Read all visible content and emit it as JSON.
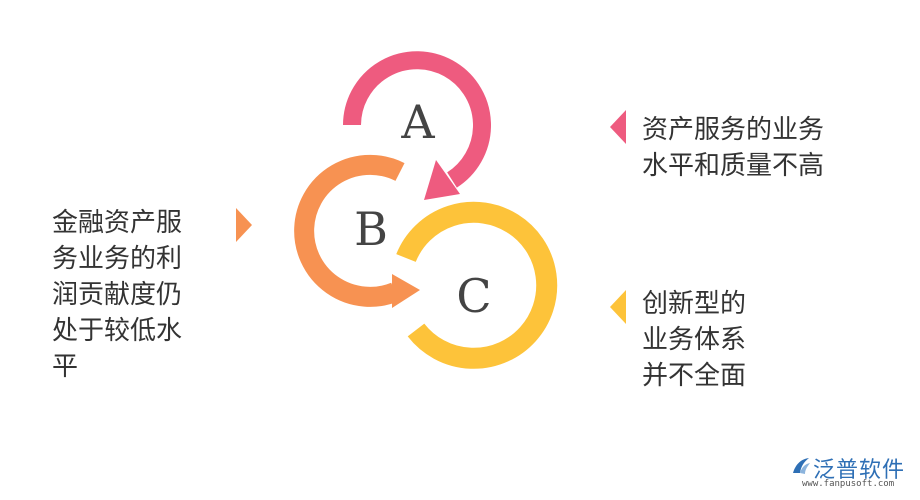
{
  "items": [
    {
      "letter": "A",
      "caption": "资产服务的业务\n水平和质量不高",
      "color": "#ee5b7f"
    },
    {
      "letter": "B",
      "caption": "金融资产服\n务业务的利\n润贡献度仍\n处于较低水\n平",
      "color": "#f79252"
    },
    {
      "letter": "C",
      "caption": "创新型的\n业务体系\n并不全面",
      "color": "#fdc33a"
    }
  ],
  "watermark": {
    "name": "泛普软件",
    "url": "www.fanpusoft.com",
    "icon": "fanpu-logo-icon"
  }
}
